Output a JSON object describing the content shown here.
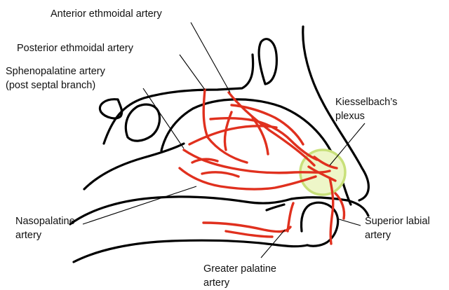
{
  "labels": {
    "anterior_ethmoidal": "Anterior ethmoidal artery",
    "posterior_ethmoidal": "Posterior ethmoidal artery",
    "sphenopalatine_line1": "Sphenopalatine artery",
    "sphenopalatine_line2": "(post septal branch)",
    "kiesselbach_line1": "Kiesselbach’s",
    "kiesselbach_line2": "plexus",
    "nasopalatine_line1": "Nasopalatine",
    "nasopalatine_line2": "artery",
    "superior_labial_line1": "Superior labial",
    "superior_labial_line2": "artery",
    "greater_palatine_line1": "Greater palatine",
    "greater_palatine_line2": "artery"
  },
  "colors": {
    "artery": "#e0301e",
    "outline": "#000000",
    "plexus_ring": "#c8e07a",
    "plexus_fill": "#eef6c8"
  }
}
